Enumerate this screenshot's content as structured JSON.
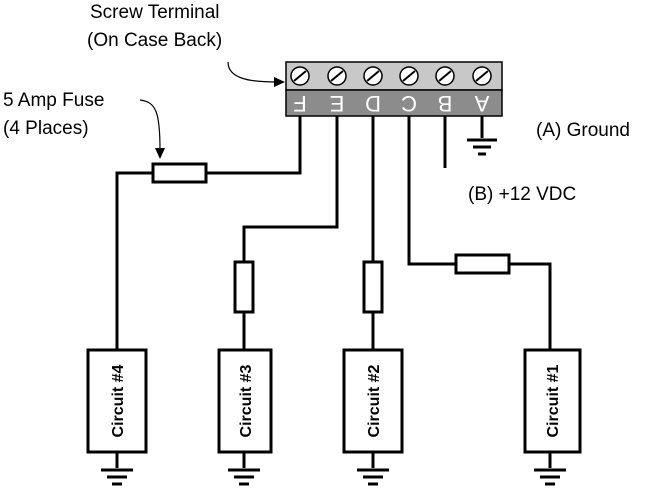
{
  "labels": {
    "screw_terminal_line1": "Screw Terminal",
    "screw_terminal_line2": "(On Case Back)",
    "fuse_line1": "5 Amp Fuse",
    "fuse_line2": "(4 Places)",
    "ground": "(A) Ground",
    "power": "(B) +12 VDC"
  },
  "terminals": [
    "F",
    "E",
    "D",
    "C",
    "B",
    "A"
  ],
  "circuits": [
    "Circuit #4",
    "Circuit #3",
    "Circuit #2",
    "Circuit #1"
  ],
  "colors": {
    "terminal_strip": "#c8c8c8",
    "terminal_label_bar": "#8c8c8c"
  }
}
